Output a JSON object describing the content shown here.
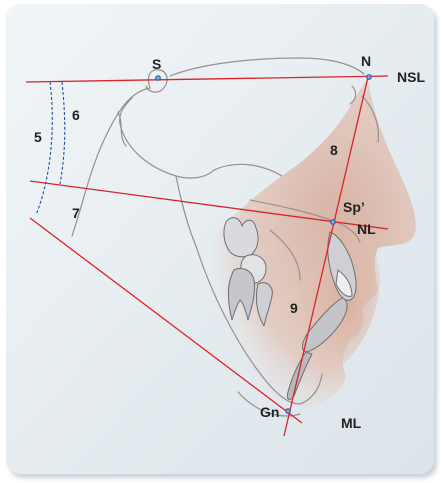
{
  "figure": {
    "points": {
      "S": "S",
      "N": "N",
      "Sp": "Sp’",
      "Gn": "Gn"
    },
    "lines": {
      "NSL": "NSL",
      "NL": "NL",
      "ML": "ML"
    },
    "angles": {
      "a5": "5",
      "a6": "6",
      "a7": "7",
      "a8": "8",
      "a9": "9"
    },
    "colors": {
      "card_background": "#e6edf1",
      "soft_tissue": "#ddb8a9",
      "reference_lines": "#d9242b",
      "arc_lines": "#1f4fa0",
      "contour_lines": "#9a8f8c",
      "point_marker": "#1f4fa0"
    }
  }
}
